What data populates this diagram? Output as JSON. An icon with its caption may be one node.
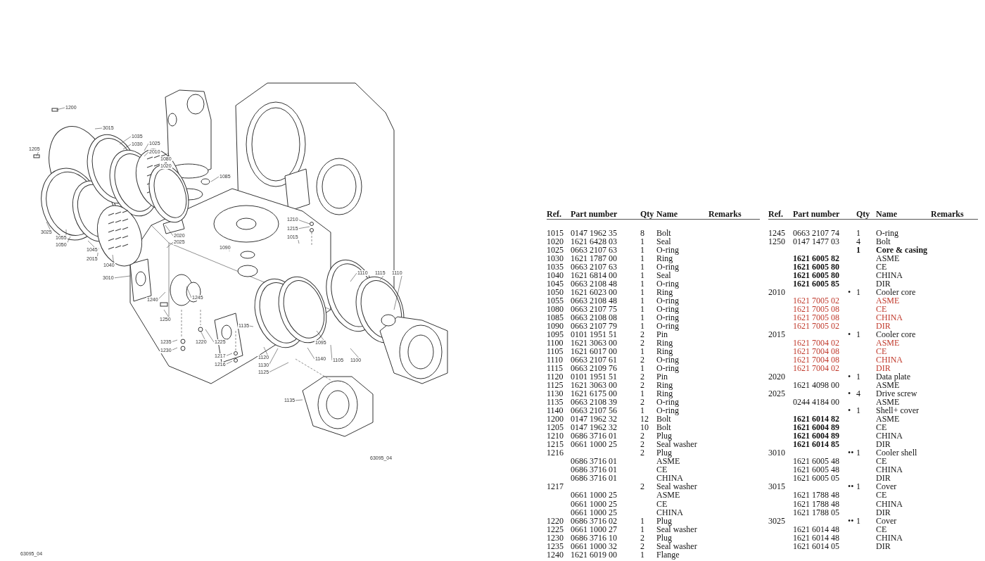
{
  "diagram": {
    "labels": [
      "1200",
      "3015",
      "1035",
      "1030",
      "1025",
      "2010",
      "1205",
      "1080",
      "1020",
      "1085",
      "3025",
      "1055",
      "1050",
      "1045",
      "2015",
      "1040",
      "2020",
      "2025",
      "3010",
      "1210",
      "1215",
      "1015",
      "1090",
      "1110",
      "1115",
      "1110",
      "1240",
      "1245",
      "1250",
      "1135",
      "1235",
      "1230",
      "1220",
      "1225",
      "1095",
      "1217",
      "1216",
      "1120",
      "1130",
      "1125",
      "1140",
      "1105",
      "1100",
      "1135",
      "63095_04",
      "63095_04",
      "Ref.",
      "Part number",
      "Qty",
      "Name",
      "Remarks",
      "1015",
      "0147 1962 35",
      "8",
      "Bolt",
      "1020",
      "1621 6428 03",
      "1",
      "Seal",
      "1025",
      "0663 2107 63",
      "1",
      "O-ring",
      "1030",
      "1621 1787 00",
      "1",
      "Ring",
      "1035",
      "0663 2107 63",
      "1",
      "O-ring",
      "1040",
      "1621 6814 00",
      "1",
      "Seal",
      "1045",
      "0663 2108 48",
      "1",
      "O-ring",
      "1050",
      "1621 6023 00",
      "1",
      "Ring",
      "1055",
      "0663 2108 48",
      "1",
      "O-ring",
      "1080",
      "0663 2107 75",
      "1",
      "O-ring",
      "1085",
      "0663 2108 08",
      "1",
      "O-ring",
      "1090",
      "0663 2107 79",
      "1",
      "O-ring",
      "1095",
      "0101 1951 51",
      "2",
      "Pin",
      "1100",
      "1621 3063 00",
      "2",
      "Ring",
      "1105",
      "1621 6017 00",
      "1",
      "Ring",
      "1110",
      "0663 2107 61",
      "2",
      "O-ring",
      "1115",
      "0663 2109 76",
      "1",
      "O-ring",
      "1120",
      "0101 1951 51",
      "2",
      "Pin",
      "1125",
      "1621 3063 00",
      "2",
      "Ring",
      "1130",
      "1621 6175 00",
      "1",
      "Ring",
      "1135",
      "0663 2108 39",
      "2",
      "O-ring",
      "1140",
      "0663 2107 56",
      "1",
      "O-ring",
      "1200",
      "0147 1962 32",
      "12",
      "Bolt",
      "1205",
      "0147 1962 32",
      "10",
      "Bolt",
      "1210",
      "0686 3716 01",
      "2",
      "Plug",
      "1215",
      "0661 1000 25",
      "2",
      "Seal washer",
      "1216",
      "2",
      "Plug",
      "0686 3716 01",
      "ASME",
      "0686 3716 01",
      "CE",
      "0686 3716 01",
      "CHINA",
      "1217",
      "2",
      "Seal washer",
      "0661 1000 25",
      "ASME",
      "0661 1000 25",
      "CE",
      "0661 1000 25",
      "CHINA",
      "1220",
      "0686 3716 02",
      "1",
      "Plug",
      "1225",
      "0661 1000 27",
      "1",
      "Seal washer",
      "1230",
      "0686 3716 10",
      "2",
      "Plug",
      "1235",
      "0661 1000 32",
      "2",
      "Seal washer",
      "1240",
      "1621 6019 00",
      "1",
      "Flange",
      "Ref.",
      "Part number",
      "Qty",
      "Name",
      "Remarks",
      "1245",
      "0663 2107 74",
      "1",
      "O-ring",
      "1250",
      "0147 1477 03",
      "4",
      "Bolt",
      "1",
      "Core & casing",
      "1621 6005 82",
      "ASME",
      "1621 6005 80",
      "CE",
      "1621 6005 80",
      "CHINA",
      "1621 6005 85",
      "DIR",
      "2010",
      "•",
      "1",
      "Cooler core",
      "1621 7005 02",
      "ASME",
      "1621 7005 08",
      "CE",
      "1621 7005 08",
      "CHINA",
      "1621 7005 02",
      "DIR",
      "2015",
      "•",
      "1",
      "Cooler core",
      "1621 7004 02",
      "ASME",
      "1621 7004 08",
      "CE",
      "1621 7004 08",
      "CHINA",
      "1621 7004 02",
      "DIR",
      "2020",
      "•",
      "1",
      "Data plate",
      "1621 4098 00",
      "ASME",
      "2025",
      "•",
      "4",
      "Drive screw",
      "0244 4184 00",
      "ASME",
      "•",
      "1",
      "Shell+ cover",
      "1621 6014 82",
      "ASME",
      "1621 6004 89",
      "CE",
      "1621 6004 89",
      "CHINA",
      "1621 6014 85",
      "DIR",
      "3010",
      "••",
      "1",
      "Cooler shell",
      "1621 6005 48",
      "CE",
      "1621 6005 48",
      "CHINA",
      "1621 6005 05",
      "DIR",
      "3015",
      "••",
      "1",
      "Cover",
      "1621 1788 48",
      "CE",
      "1621 1788 48",
      "CHINA",
      "1621 1788 05",
      "DIR",
      "3025",
      "••",
      "1",
      "Cover",
      "1621 6014 48",
      "CE",
      "1621 6014 48",
      "CHINA",
      "1621 6014 05",
      "DIR"
    ]
  }
}
